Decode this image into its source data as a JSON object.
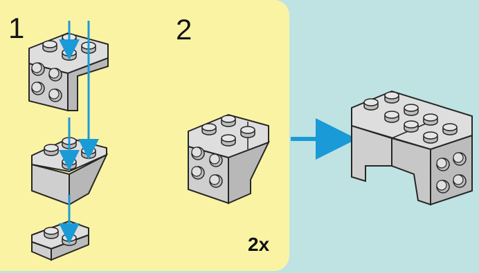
{
  "steps": [
    {
      "number": "1"
    },
    {
      "number": "2",
      "multiplier": "2x"
    }
  ],
  "colors": {
    "panel_background": "#fbf3a4",
    "page_background": "#bfe3e2",
    "brick_gray": "#d3d3d3",
    "outline": "#262626",
    "arrow_blue": "#1a9ad6"
  },
  "icons": [
    "down-arrow-icon",
    "right-arrow-icon"
  ]
}
